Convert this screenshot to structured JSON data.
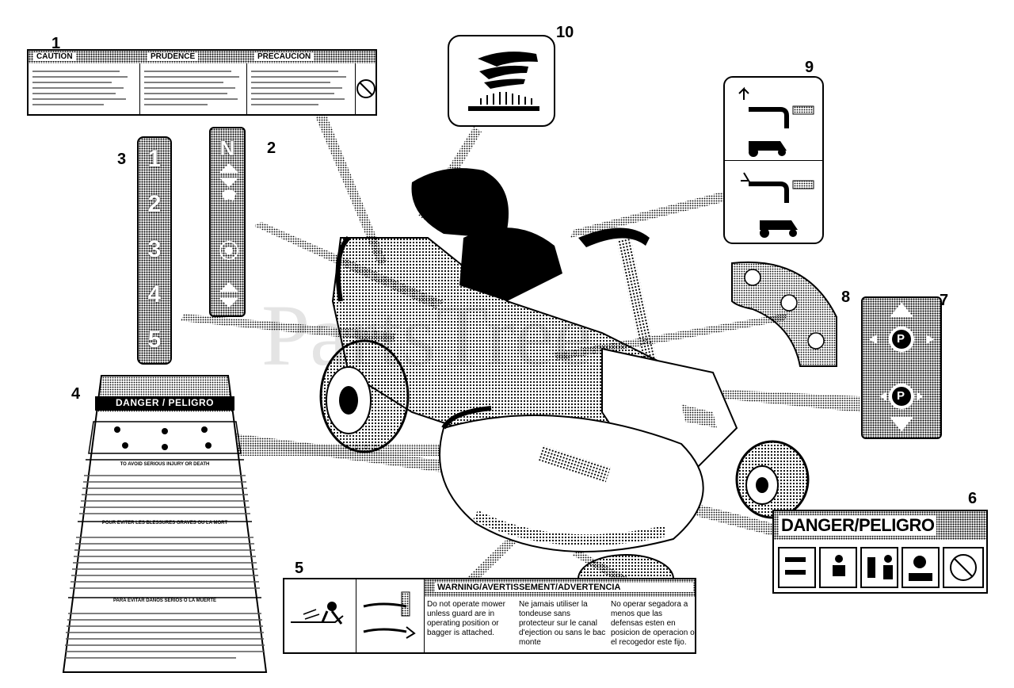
{
  "watermark": "PartsTree",
  "callouts": {
    "c1": "1",
    "c2": "2",
    "c3": "3",
    "c4": "4",
    "c5": "5",
    "c6": "6",
    "c7": "7",
    "c8": "8",
    "c9": "9",
    "c10": "10"
  },
  "decal1": {
    "h1": "CAUTION",
    "h2": "PRUDENCE",
    "h3": "PRECAUCION"
  },
  "decal2": {
    "n": "N"
  },
  "decal3": {
    "gears": [
      "1",
      "2",
      "3",
      "4",
      "5"
    ]
  },
  "decal4": {
    "banner": "DANGER / PELIGRO",
    "h_en": "TO AVOID SERIOUS INJURY OR DEATH",
    "h_fr": "POUR EVITER LES BLESSURES GRAVES OU LA MORT",
    "h_es": "PARA EVITAR DANOS SERIOS O LA MUERTE"
  },
  "decal5": {
    "banner": "WARNING/AVERTISSEMENT/ADVERTENCIA",
    "en": "Do not operate mower unless guard are in operating position or bagger is attached.",
    "fr": "Ne jamais utiliser la tondeuse sans protecteur sur le canal d'ejection ou sans le bac monte",
    "es": "No operar segadora a menos que las defensas esten en posicion de operacion o el recogedor este fijo."
  },
  "decal6": {
    "banner": "DANGER/PELIGRO"
  },
  "decal7": {
    "p": "P"
  }
}
